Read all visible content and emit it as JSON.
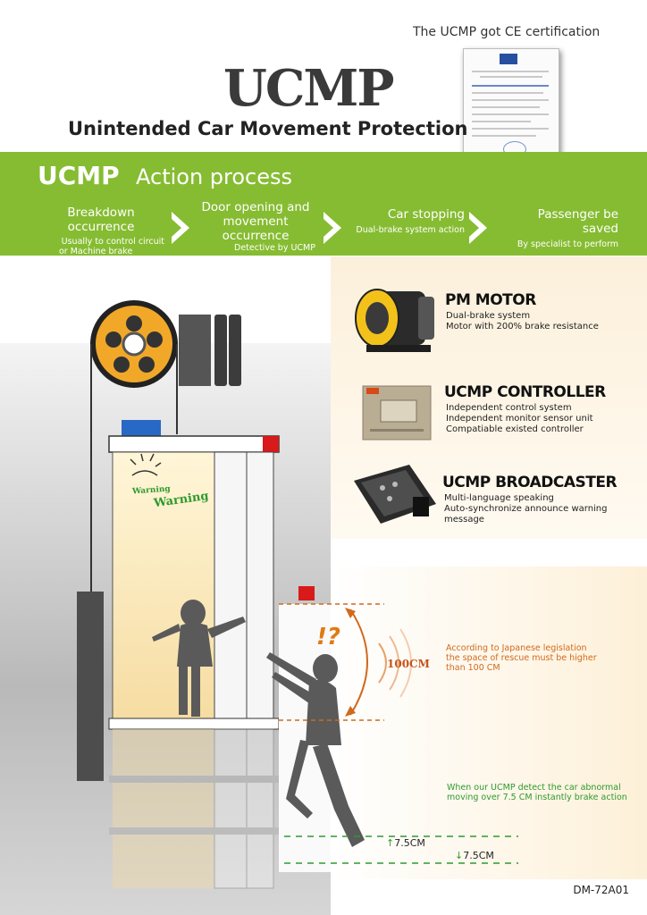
{
  "header": {
    "ce_caption": "The UCMP got CE certification",
    "title": "UCMP",
    "subtitle": "Unintended Car Movement Protection"
  },
  "process": {
    "label": "UCMP",
    "heading": "Action process",
    "steps": [
      {
        "title": "Breakdown occurrence",
        "desc_line1": "Usually to control circuit",
        "desc_line2": "or Machine brake"
      },
      {
        "title_line1": "Door opening and",
        "title_line2": "movement occurrence",
        "desc": "Detective by UCMP"
      },
      {
        "title": "Car stopping",
        "desc": "Dual-brake system action"
      },
      {
        "title": "Passenger be saved",
        "desc": "By specialist to perform"
      }
    ]
  },
  "products": [
    {
      "name": "PM MOTOR",
      "lines": [
        "Dual-brake system",
        "Motor with 200% brake resistance"
      ]
    },
    {
      "name": "UCMP CONTROLLER",
      "lines": [
        "Independent control system",
        "Independent monitor sensor unit",
        "Compatiable existed controller"
      ]
    },
    {
      "name": "UCMP BROADCASTER",
      "lines": [
        "Multi-language speaking",
        "Auto-synchronize announce warning message"
      ]
    }
  ],
  "diagram": {
    "warning_small": "Warning",
    "warning_large": "Warning",
    "exclaim": "!?",
    "rescue_distance": "100CM",
    "legislation_note": [
      "According to Japanese legislation",
      "the space of rescue must be higher",
      "than 100 CM"
    ],
    "ucmp_note": [
      "When our UCMP detect the car abnormal",
      "moving over 7.5 CM instantly brake action"
    ],
    "up_marker": "7.5CM",
    "down_marker": "7.5CM"
  },
  "colors": {
    "band_green": "#86bc32",
    "accent_orange": "#d06a1d",
    "note_green": "#2e9a2e",
    "indicator_red": "#d81a1a",
    "sensor_blue": "#2769c4"
  },
  "doc_code": "DM-72A01"
}
